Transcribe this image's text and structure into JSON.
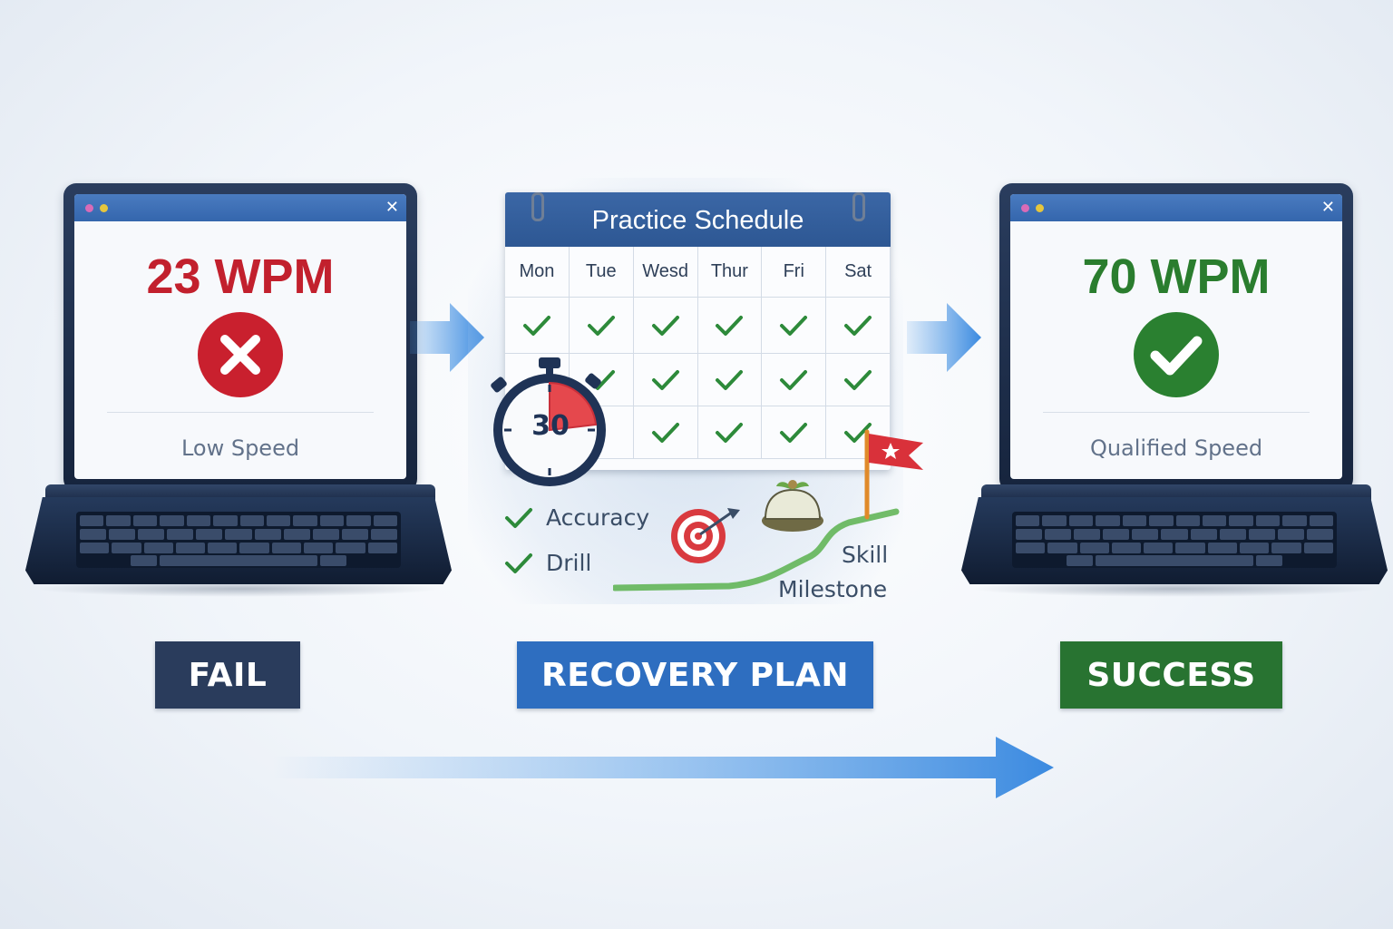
{
  "stages": {
    "fail": {
      "speed": "23 WPM",
      "caption": "Low Speed",
      "label": "FAIL",
      "color": "#c2202d"
    },
    "recovery": {
      "label": "RECOVERY PLAN",
      "color": "#2e6ec0",
      "schedule": {
        "title": "Practice Schedule",
        "days": [
          "Mon",
          "Tue",
          "Wesd",
          "Thur",
          "Fri",
          "Sat"
        ]
      },
      "timer": "30",
      "drills": [
        "Accuracy",
        "Drill"
      ],
      "milestone": [
        "Skill",
        "Milestone"
      ]
    },
    "success": {
      "speed": "70 WPM",
      "caption": "Qualified Speed",
      "label": "SUCCESS",
      "color": "#287331"
    }
  }
}
